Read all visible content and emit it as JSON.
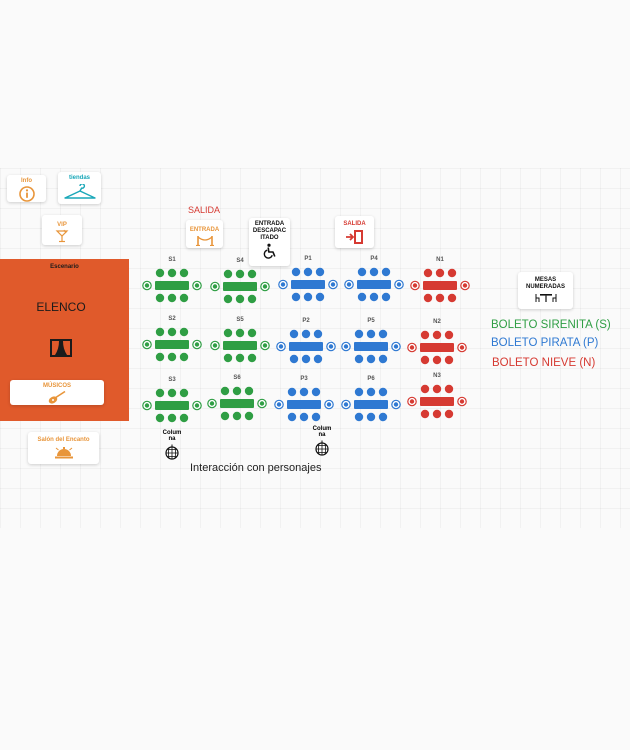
{
  "colors": {
    "stage": "#e05a2b",
    "sirena": "#2f9e44",
    "pirata": "#2f79d2",
    "nieve": "#d63a32",
    "accent": "#e8953a",
    "info": "#e8953a",
    "teal": "#19a7b8"
  },
  "info_card": {
    "label": "Info",
    "icon": "info-icon"
  },
  "shops_card": {
    "label": "tiendas",
    "icon": "hanger-icon"
  },
  "vip_card": {
    "label": "VIP",
    "icon": "cocktail-icon"
  },
  "exit_left_text": "SALIDA",
  "entrance_card": {
    "label": "ENTRADA",
    "icon": "rope-barrier-icon"
  },
  "accessible_card": {
    "label": "ENTRADA DESCAPAC ITADO",
    "icon": "wheelchair-icon"
  },
  "exit_card": {
    "label": "SALIDA",
    "icon": "exit-door-icon"
  },
  "stage": {
    "title": "Escenario",
    "cast": "ELENCO",
    "icon": "theater-curtain-icon"
  },
  "musicians_card": {
    "label": "MÚSICOS",
    "icon": "guitar-icon"
  },
  "salon_card": {
    "label": "Salón del Encanto",
    "icon": "service-bell-icon"
  },
  "numbered_tables_card": {
    "label": "MESAS NUMERADAS",
    "icon": "table-chairs-icon"
  },
  "legend": [
    {
      "text": "BOLETO SIRENITA (S)",
      "color": "#2f9e44"
    },
    {
      "text": "BOLETO PIRATA (P)",
      "color": "#2f79d2"
    },
    {
      "text": "BOLETO NIEVE (N)",
      "color": "#d63a32"
    }
  ],
  "tables": [
    {
      "code": "S1",
      "type": "sirena"
    },
    {
      "code": "S2",
      "type": "sirena"
    },
    {
      "code": "S3",
      "type": "sirena"
    },
    {
      "code": "S4",
      "type": "sirena"
    },
    {
      "code": "S5",
      "type": "sirena"
    },
    {
      "code": "S6",
      "type": "sirena"
    },
    {
      "code": "P1",
      "type": "pirata"
    },
    {
      "code": "P2",
      "type": "pirata"
    },
    {
      "code": "P3",
      "type": "pirata"
    },
    {
      "code": "P4",
      "type": "pirata"
    },
    {
      "code": "P5",
      "type": "pirata"
    },
    {
      "code": "P6",
      "type": "pirata"
    },
    {
      "code": "N1",
      "type": "nieve"
    },
    {
      "code": "N2",
      "type": "nieve"
    },
    {
      "code": "N3",
      "type": "nieve"
    }
  ],
  "columns": [
    {
      "label": "Colum na",
      "icon": "disco-ball-icon"
    },
    {
      "label": "Colum na",
      "icon": "disco-ball-icon"
    }
  ],
  "interaction_text": "Interacción con personajes"
}
